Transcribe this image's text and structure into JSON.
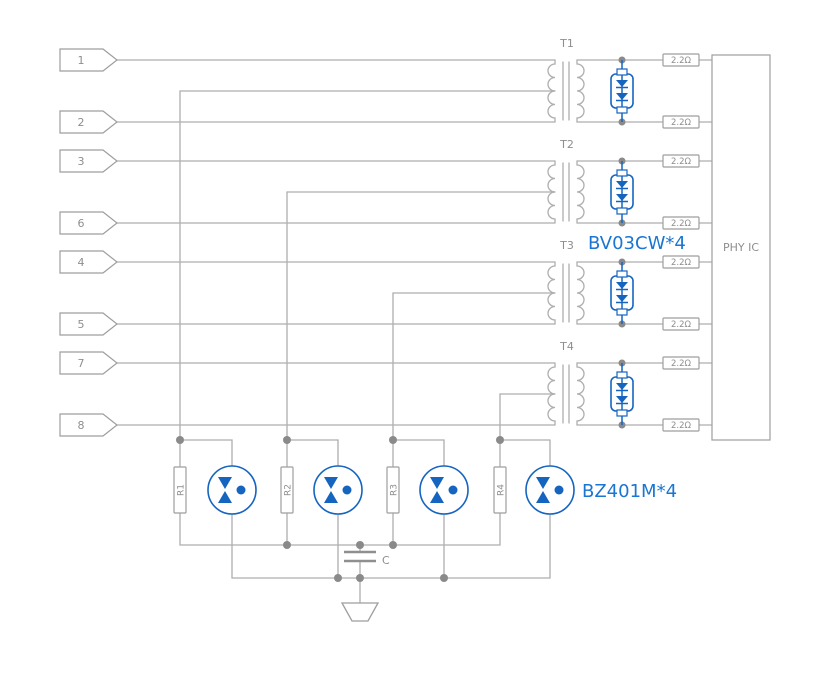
{
  "pins": [
    "1",
    "2",
    "3",
    "6",
    "4",
    "5",
    "7",
    "8"
  ],
  "transformers": [
    "T1",
    "T2",
    "T3",
    "T4"
  ],
  "series_resistor_value": "2.2Ω",
  "phy_label": "PHY IC",
  "tvs_array_label": "BV03CW*4",
  "tvs_bottom_label": "BZ401M*4",
  "bottom_resistors": [
    "R1",
    "R2",
    "R3",
    "R4"
  ],
  "capacitor_label": "C",
  "colors": {
    "wire": "#aeaeae",
    "component_outline": "#9e9e9e",
    "label_text": "#8e8e8e",
    "blue_component": "#1565c0",
    "blue_text": "#1976d2"
  }
}
